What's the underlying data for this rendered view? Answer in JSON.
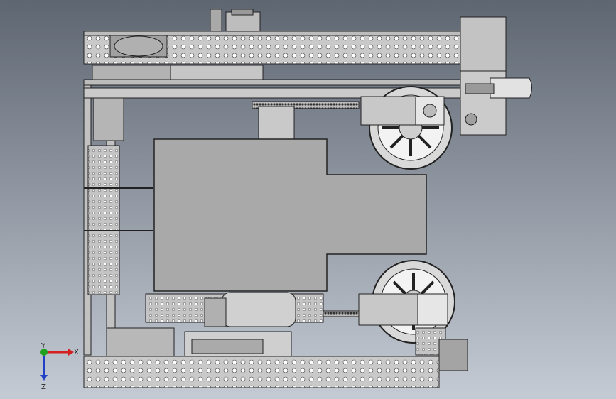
{
  "viewport": {
    "background_top": "#5e6672",
    "background_bottom": "#c4cbd4",
    "metal_color": "#c9c9c9",
    "metal_dark": "#555555",
    "panel_color": "#a8a8a8",
    "hole_color": "#ffffff"
  },
  "triad": {
    "x_label": "X",
    "y_label": "Y",
    "z_label": "Z",
    "x_color": "#d42020",
    "y_color": "#1fa01f",
    "z_color": "#2040c8"
  }
}
